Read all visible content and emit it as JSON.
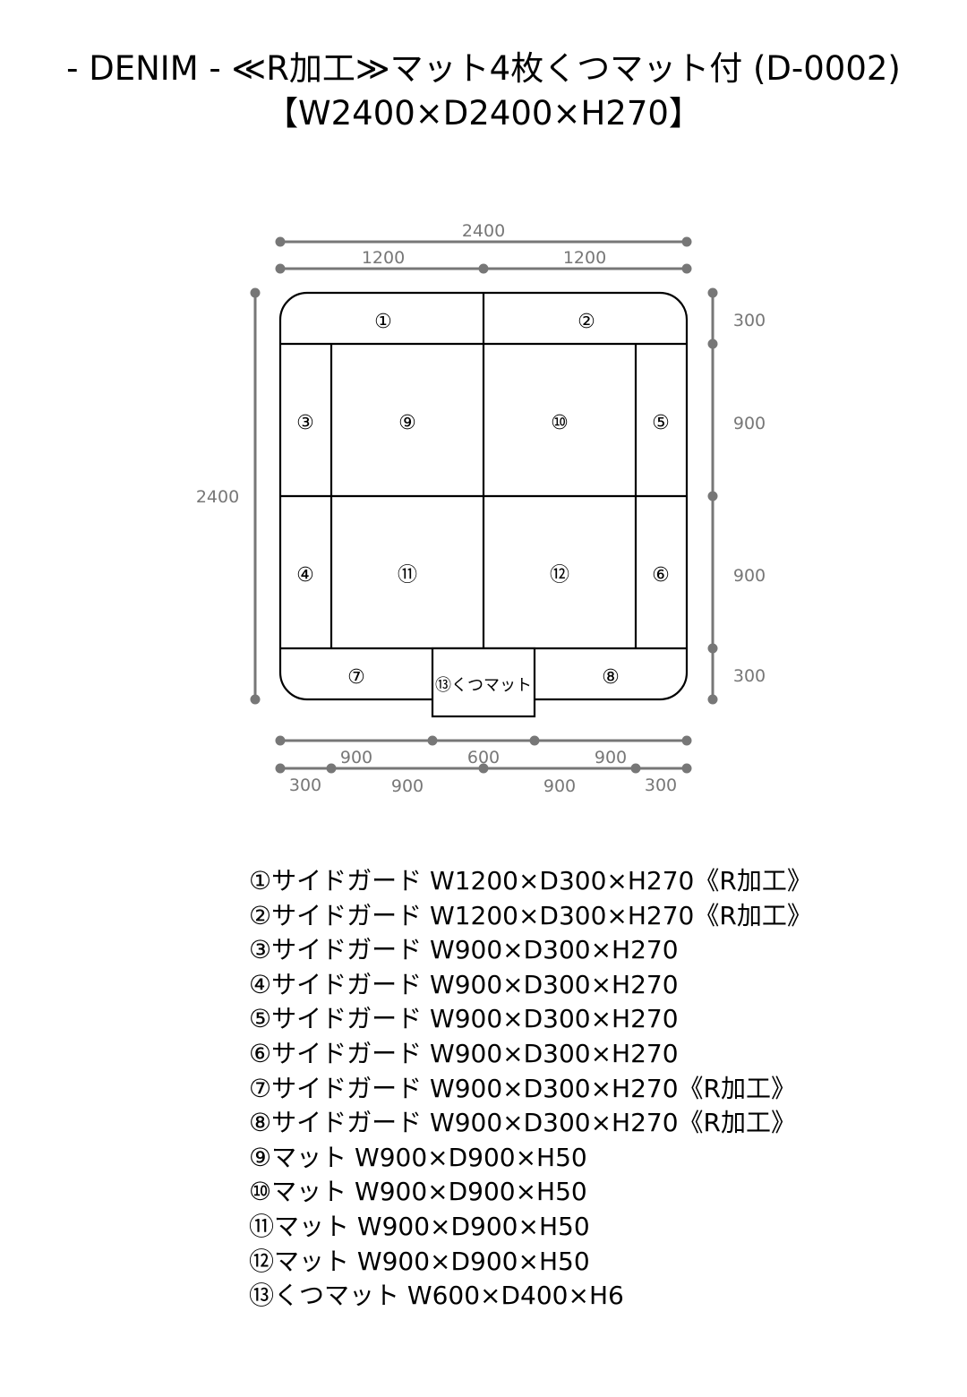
{
  "title": {
    "line1": "- DENIM - ≪R加工≫マット4枚くつマット付 (D-0002)",
    "line2": "【W2400×D2400×H270】"
  },
  "dimensions": {
    "top_total": "2400",
    "top_left": "1200",
    "top_right": "1200",
    "left_total": "2400",
    "right": [
      "300",
      "900",
      "900",
      "300"
    ],
    "bottom_row1": [
      "900",
      "600",
      "900"
    ],
    "bottom_row2": [
      "300",
      "900",
      "900",
      "300"
    ]
  },
  "pieces": {
    "p1": "①",
    "p2": "②",
    "p3": "③",
    "p4": "④",
    "p5": "⑤",
    "p6": "⑥",
    "p7": "⑦",
    "p8": "⑧",
    "p9": "⑨",
    "p10": "⑩",
    "p11": "⑪",
    "p12": "⑫",
    "p13": "⑬くつマット"
  },
  "parts_list": [
    "①サイドガード W1200×D300×H270《R加工》",
    "②サイドガード W1200×D300×H270《R加工》",
    "③サイドガード W900×D300×H270",
    "④サイドガード W900×D300×H270",
    "⑤サイドガード W900×D300×H270",
    "⑥サイドガード W900×D300×H270",
    "⑦サイドガード W900×D300×H270《R加工》",
    "⑧サイドガード W900×D300×H270《R加工》",
    "⑨マット W900×D900×H50",
    "⑩マット W900×D900×H50",
    "⑪マット W900×D900×H50",
    "⑫マット W900×D900×H50",
    "⑬くつマット W600×D400×H6"
  ]
}
